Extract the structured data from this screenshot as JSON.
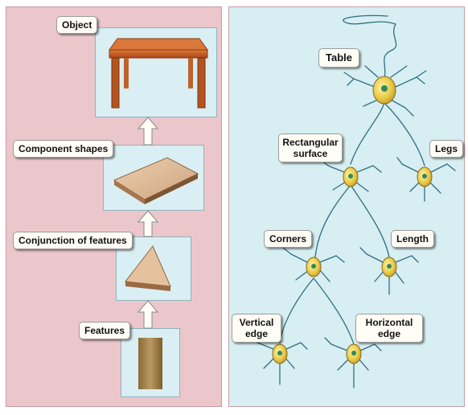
{
  "left": {
    "levels": [
      {
        "label": "Object",
        "icon": "table-icon"
      },
      {
        "label": "Component shapes",
        "icon": "slab-icon"
      },
      {
        "label": "Conjunction of features",
        "icon": "wedge-icon"
      },
      {
        "label": "Features",
        "icon": "edge-icon"
      }
    ]
  },
  "right": {
    "neurons": {
      "table": "Table",
      "rect_line1": "Rectangular",
      "rect_line2": "surface",
      "legs": "Legs",
      "corners": "Corners",
      "length": "Length",
      "vertical_line1": "Vertical",
      "vertical_line2": "edge",
      "horizontal_line1": "Horizontal",
      "horizontal_line2": "edge"
    }
  },
  "colors": {
    "left_panel": "#ebc7cc",
    "right_panel": "#d7eef2",
    "neuron_body": "#e6c94a",
    "neuron_line": "#2f6f82"
  }
}
